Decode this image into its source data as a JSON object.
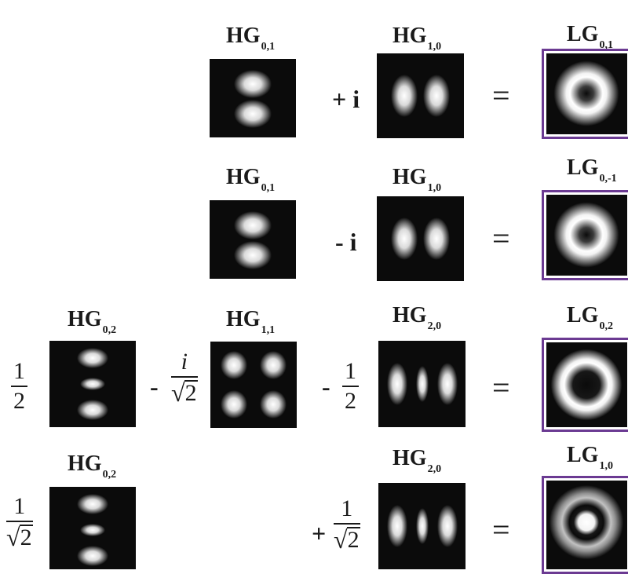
{
  "row1": {
    "term1_label": {
      "base": "HG",
      "sub": "0,1"
    },
    "op": "+ i",
    "term2_label": {
      "base": "HG",
      "sub": "1,0"
    },
    "equals": "=",
    "result_label": {
      "base": "LG",
      "sub": "0,1"
    }
  },
  "row2": {
    "term1_label": {
      "base": "HG",
      "sub": "0,1"
    },
    "op": "- i",
    "term2_label": {
      "base": "HG",
      "sub": "1,0"
    },
    "equals": "=",
    "result_label": {
      "base": "LG",
      "sub": "0,-1"
    }
  },
  "row3": {
    "coef1": {
      "num": "1",
      "den": "2"
    },
    "term1_label": {
      "base": "HG",
      "sub": "0,2"
    },
    "op2_sign": "-",
    "coef2": {
      "num": "i",
      "den": "2"
    },
    "term2_label": {
      "base": "HG",
      "sub": "1,1"
    },
    "op3_sign": "-",
    "coef3": {
      "num": "1",
      "den": "2"
    },
    "term3_label": {
      "base": "HG",
      "sub": "2,0"
    },
    "equals": "=",
    "result_label": {
      "base": "LG",
      "sub": "0,2"
    }
  },
  "row4": {
    "coef1": {
      "num": "1",
      "den": "2"
    },
    "term1_label": {
      "base": "HG",
      "sub": "0,2"
    },
    "op2_sign": "+",
    "coef2": {
      "num": "1",
      "den": "2"
    },
    "term2_label": {
      "base": "HG",
      "sub": "2,0"
    },
    "equals": "=",
    "result_label": {
      "base": "LG",
      "sub": "1,0"
    }
  },
  "radical_symbol": "√",
  "colors": {
    "frame": "#6b3a92",
    "mode_background": "#0b0b0b",
    "mode_intensity": "#ffffff"
  }
}
